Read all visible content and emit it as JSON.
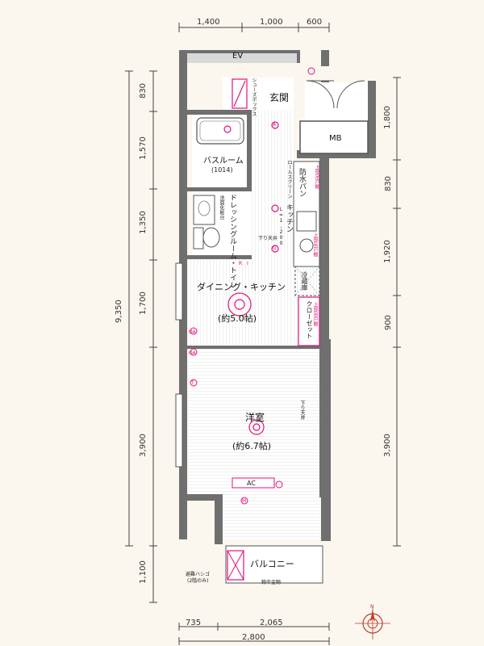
{
  "dimensions": {
    "top": [
      "1,400",
      "1,000",
      "600"
    ],
    "left": [
      "830",
      "1,570",
      "1,350",
      "1,700",
      "9,350",
      "3,900",
      "1,100"
    ],
    "right": [
      "1,800",
      "830",
      "1,920",
      "900",
      "3,900"
    ],
    "bottom": [
      "735",
      "2,065",
      "2,800"
    ]
  },
  "labels": {
    "ev": "EV",
    "mb": "MB",
    "shoe_box": "シューズボックス",
    "entrance": "玄関",
    "bathroom": "バスルーム",
    "bathroom_size": "(1014)",
    "waterproof_pan": "防水パン",
    "upper_shelf_1": "上部吊戸棚",
    "upper_shelf_2": "上部吊戸棚",
    "upper_shelf_3": "上部吊戸棚",
    "roll_screen": "ロールスクリーン",
    "l_size": "L=1,200",
    "kitchen": "キッチン",
    "dressing_room": "ドレッシングルーム・トイレ",
    "washstand": "洗面化粧台",
    "lowered_ceiling_1": "下り天井",
    "lowered_ceiling_2": "下り天井",
    "fridge": "冷蔵庫",
    "closet": "クローゼット",
    "dining_kitchen": "ダイニング・キッチン",
    "dk_size": "(約5.0帖)",
    "western_room": "洋室",
    "wr_size": "(約6.7帖)",
    "ac": "AC",
    "balcony": "バルコニー",
    "escape_ladder": "避難ハシゴ",
    "escape_note": "(2階のみ)",
    "drying": "物干金物",
    "mark_r": "R",
    "mark_i": "I",
    "mark_a1": "A",
    "mark_g": "G",
    "mark_m": "M",
    "mark_oa1": "OA",
    "mark_oa2": "OA",
    "mark_t": "T",
    "compass_n": "N"
  },
  "colors": {
    "wall": "#6f6f6f",
    "accent": "#e0127a",
    "floor": "#ffffff",
    "background": "#fbf7ee"
  }
}
